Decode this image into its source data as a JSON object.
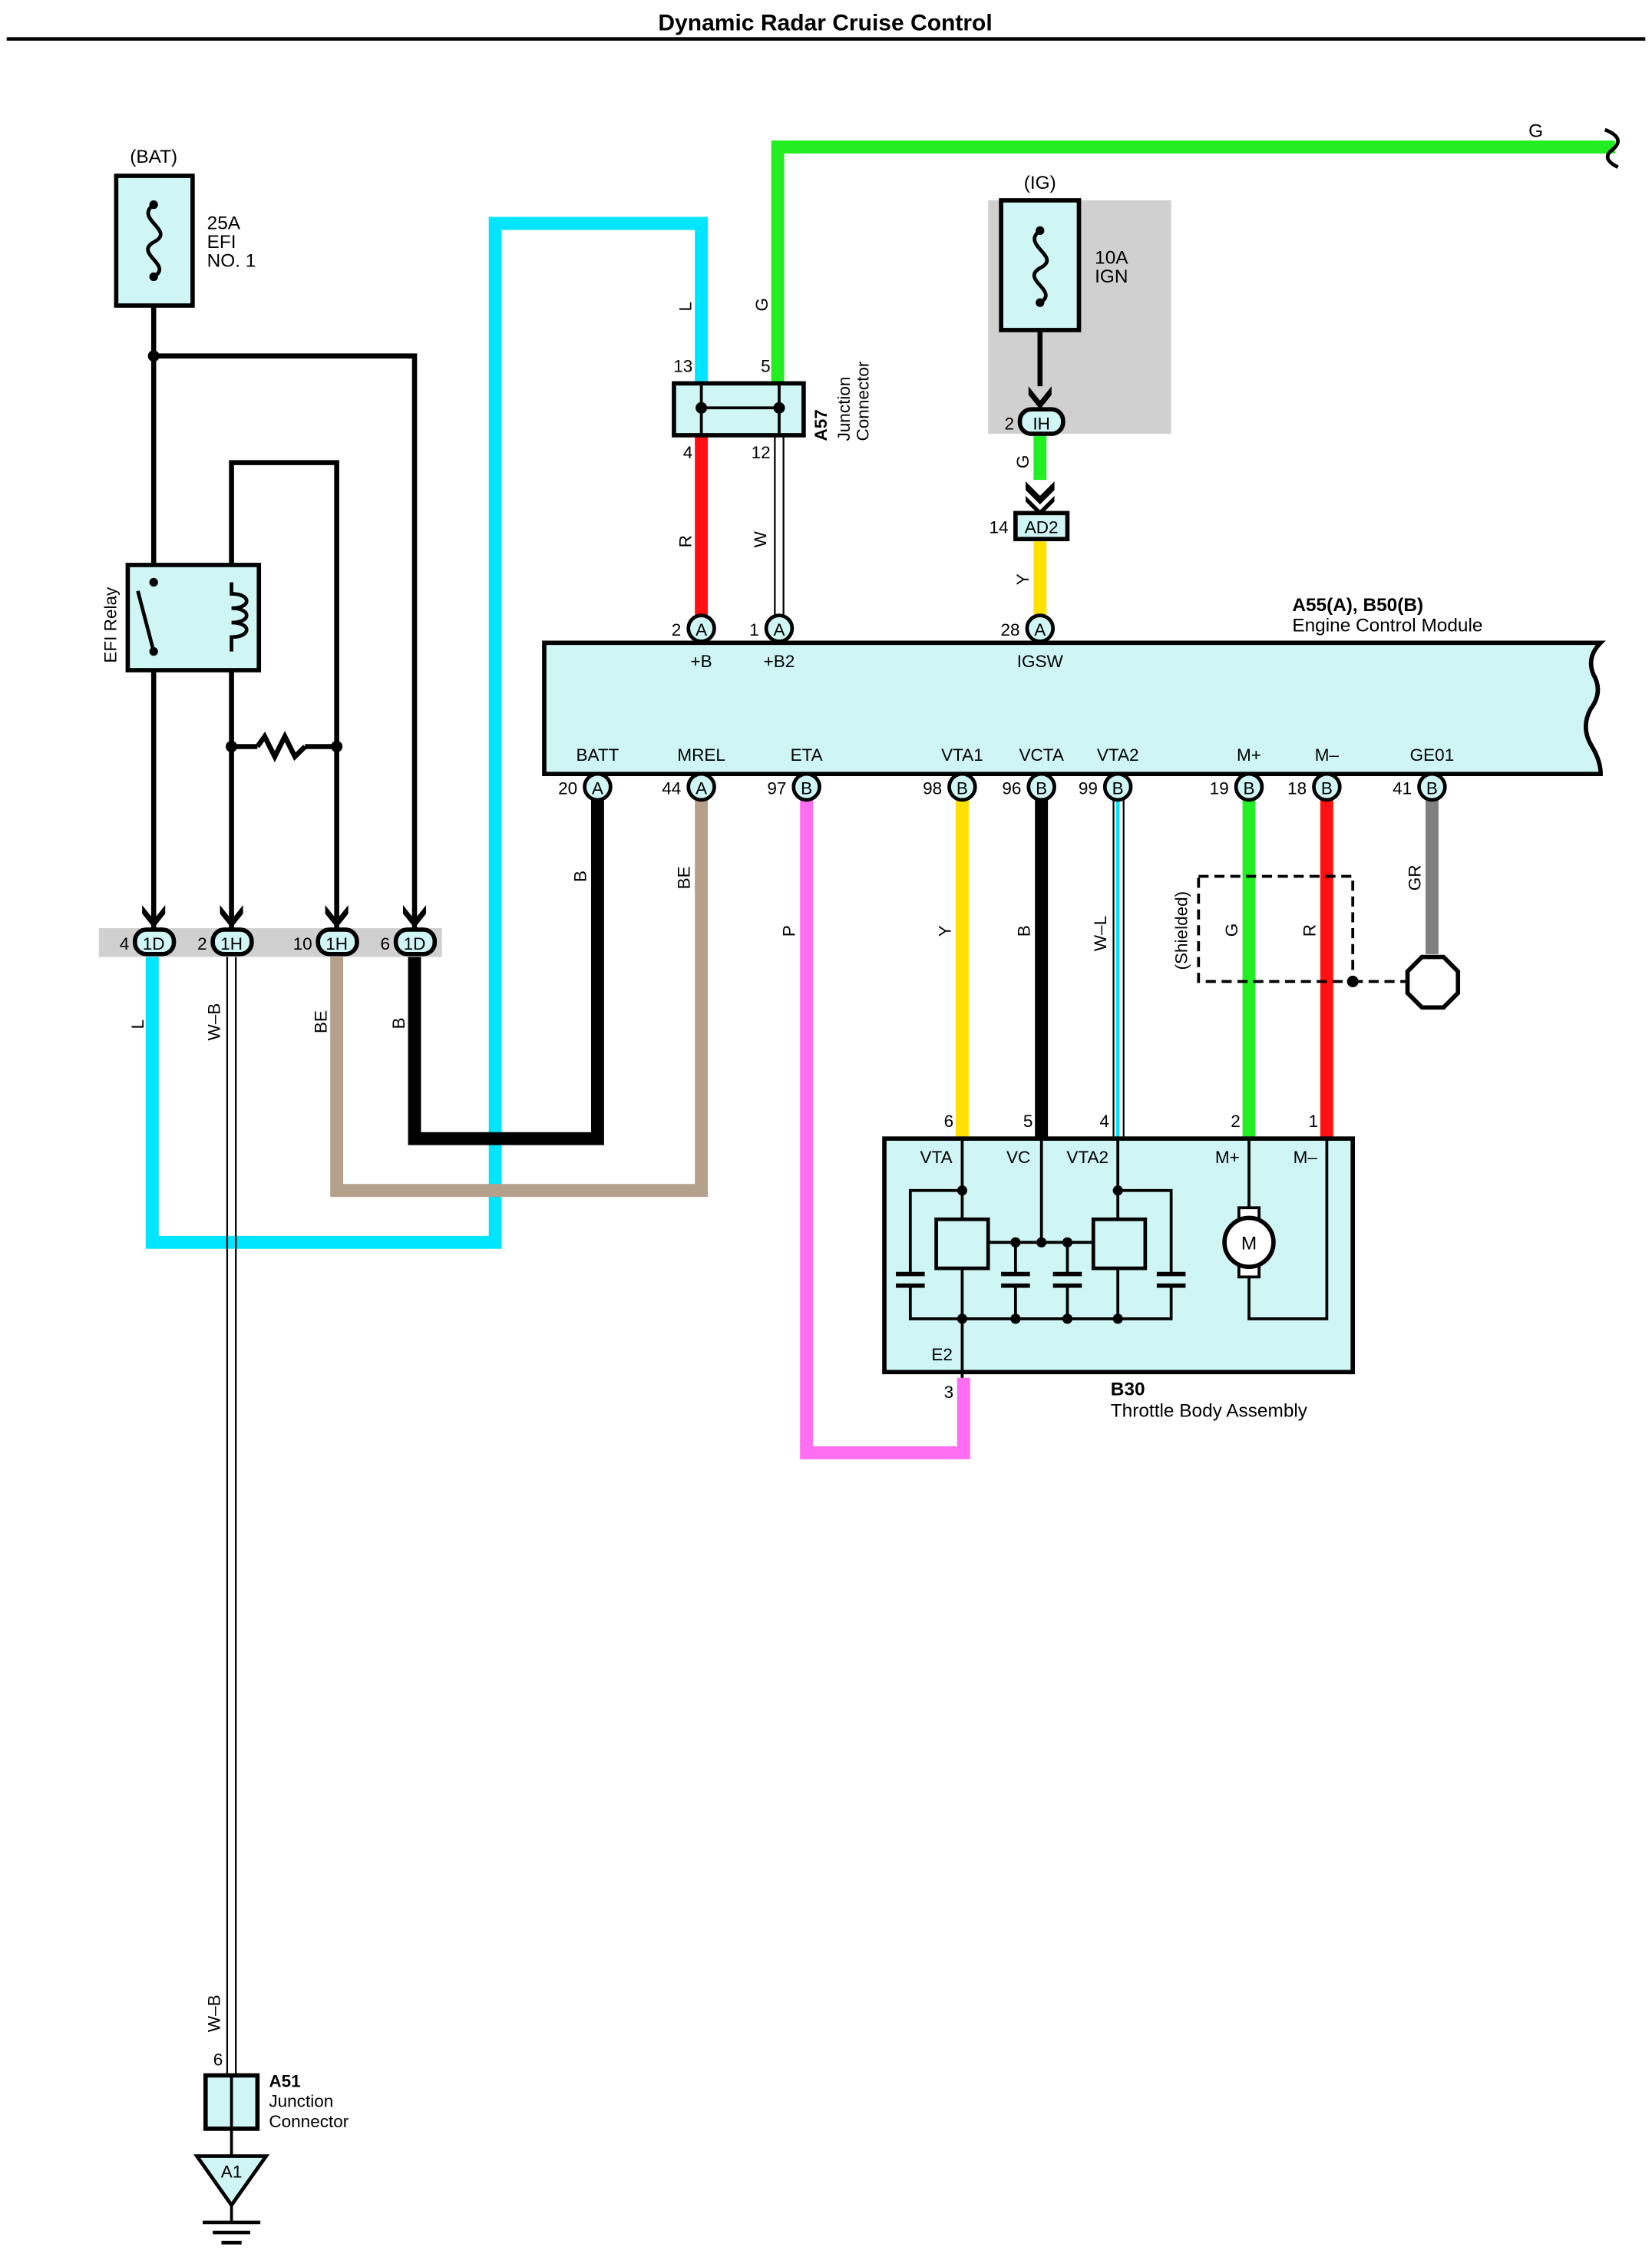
{
  "title": "Dynamic Radar Cruise Control",
  "colors": {
    "L": "#00e5ff",
    "G": "#22ee22",
    "R": "#ff1111",
    "Y": "#ffe000",
    "B": "#000000",
    "BE": "#b5a08c",
    "P": "#ff6ef0",
    "GR": "#808080",
    "W": "#ffffff",
    "component": "#cff5f5",
    "shade": "#d0d0d0"
  },
  "fuse_bat": {
    "group": "(BAT)",
    "rating": "25A",
    "name1": "EFI",
    "name2": "NO. 1"
  },
  "fuse_ig": {
    "group": "(IG)",
    "rating": "10A",
    "name": "IGN",
    "pin": "2",
    "conn": "IH"
  },
  "efi_relay": {
    "label": "EFI Relay"
  },
  "a57": {
    "id": "A57",
    "name1": "Junction",
    "name2": "Connector",
    "pins": [
      "13",
      "5",
      "4",
      "12"
    ],
    "wires": [
      "L",
      "G",
      "R",
      "W"
    ]
  },
  "g_wire_label": "G",
  "ad2": {
    "pin": "14",
    "conn": "AD2",
    "wire_above": "G",
    "wire_below": "Y"
  },
  "ecm": {
    "id": "A55(A), B50(B)",
    "name": "Engine Control Module",
    "top_pins": [
      {
        "num": "2",
        "conn": "A",
        "label": "+B"
      },
      {
        "num": "1",
        "conn": "A",
        "label": "+B2"
      },
      {
        "num": "28",
        "conn": "A",
        "label": "IGSW"
      }
    ],
    "bottom_pins": [
      {
        "num": "20",
        "conn": "A",
        "label": "BATT",
        "wire": "B"
      },
      {
        "num": "44",
        "conn": "A",
        "label": "MREL",
        "wire": "BE"
      },
      {
        "num": "97",
        "conn": "B",
        "label": "ETA",
        "wire": "P"
      },
      {
        "num": "98",
        "conn": "B",
        "label": "VTA1",
        "wire": "Y"
      },
      {
        "num": "96",
        "conn": "B",
        "label": "VCTA",
        "wire": "B"
      },
      {
        "num": "99",
        "conn": "B",
        "label": "VTA2",
        "wire": "W–L"
      },
      {
        "num": "19",
        "conn": "B",
        "label": "M+",
        "wire": "G"
      },
      {
        "num": "18",
        "conn": "B",
        "label": "M–",
        "wire": "R"
      },
      {
        "num": "41",
        "conn": "B",
        "label": "GE01",
        "wire": "GR"
      }
    ]
  },
  "shielded": "(Shielded)",
  "junction_block": {
    "pins": [
      {
        "num": "4",
        "conn": "1D",
        "wire": "L"
      },
      {
        "num": "2",
        "conn": "1H",
        "wire": "W–B"
      },
      {
        "num": "10",
        "conn": "1H",
        "wire": "BE"
      },
      {
        "num": "6",
        "conn": "1D",
        "wire": "B"
      }
    ]
  },
  "throttle": {
    "id": "B30",
    "name": "Throttle Body Assembly",
    "top_pins": [
      "6",
      "5",
      "4",
      "2",
      "1"
    ],
    "inner_labels": [
      "VTA",
      "VC",
      "VTA2",
      "M+",
      "M–"
    ],
    "e2_label": "E2",
    "e2_pin": "3",
    "motor": "M"
  },
  "a51": {
    "id": "A51",
    "name1": "Junction",
    "name2": "Connector",
    "pin": "6",
    "wire": "W–B",
    "ground": "A1"
  }
}
